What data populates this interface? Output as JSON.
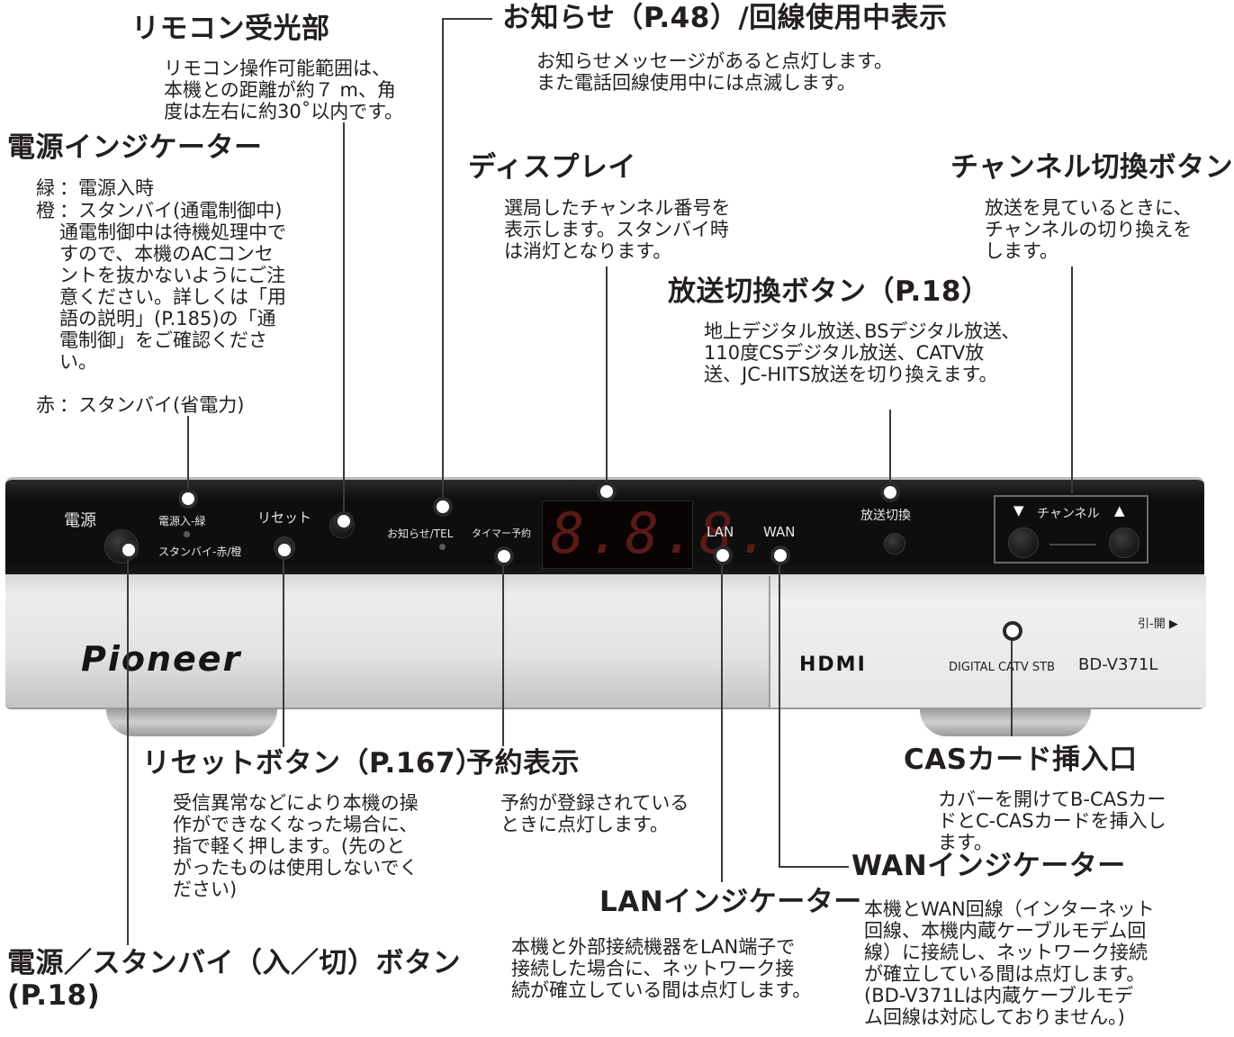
{
  "callouts": {
    "remote_sensor": {
      "title": "リモコン受光部",
      "desc": "リモコン操作可能範囲は、\n本機との距離が約７ m、角\n度は左右に約30˚以内です。"
    },
    "power_indicator": {
      "title": "電源インジケーター",
      "items": [
        {
          "key": "緑",
          "text": "：電源入時"
        },
        {
          "key": "橙",
          "text": "：スタンバイ(通電制御中)\n通電制御中は待機処理中で\nすので、本機のACコンセ\nントを抜かないようにご注\n意ください。詳しくは「用\n語の説明」(P.185)の「通\n電制御」をご確認くださ\nい。"
        },
        {
          "key": "赤",
          "text": "：スタンバイ(省電力)"
        }
      ]
    },
    "notice": {
      "title": "お知らせ（P.48）/回線使用中表示",
      "desc": "お知らせメッセージがあると点灯します。\nまた電話回線使用中には点滅します。"
    },
    "display": {
      "title": "ディスプレイ",
      "desc": "選局したチャンネル番号を\n表示します。スタンバイ時\nは消灯となります。"
    },
    "channel": {
      "title": "チャンネル切換ボタン",
      "desc": "放送を見ているときに、\nチャンネルの切り換えを\nします。"
    },
    "broadcast": {
      "title": "放送切換ボタン（P.18）",
      "desc": "地上デジタル放送､BSデジタル放送､\n110度CSデジタル放送、CATV放\n送、JC-HITS放送を切り換えます。"
    },
    "reset": {
      "title": "リセットボタン（P.167）",
      "desc": "受信異常などにより本機の操\n作ができなくなった場合に、\n指で軽く押します。(先のと\nがったものは使用しないでく\nださい)"
    },
    "reservation": {
      "title": "予約表示",
      "desc": "予約が登録されている\nときに点灯します。"
    },
    "cas": {
      "title": "CASカード挿入口",
      "desc": "カバーを開けてB-CASカー\nドとC-CASカードを挿入し\nます。"
    },
    "wan": {
      "title": "WANインジケーター",
      "desc": "本機とWAN回線（インターネット\n回線、本機内蔵ケーブルモデム回\n線）に接続し、ネットワーク接続\nが確立している間は点灯します。\n(BD-V371Lは内蔵ケーブルモデ\nム回線は対応しておりません。)"
    },
    "lan": {
      "title": "LANインジケーター",
      "desc": "本機と外部接続機器をLAN端子で\n接続した場合に、ネットワーク接\n続が確立している間は点灯します。"
    },
    "power_button": {
      "title": "電源／スタンバイ（入／切）ボタン\n(P.18)"
    }
  },
  "device": {
    "power_label": "電源",
    "power_on_label": "電源入-緑",
    "standby_label": "スタンバイ-赤/橙",
    "reset_label": "リセット",
    "notice_label": "お知らせ/TEL",
    "timer_label": "タイマー予約",
    "display_digits": "8.8.8.",
    "lan_label": "LAN",
    "wan_label": "WAN",
    "broadcast_label": "放送切換",
    "channel_label": "チャンネル",
    "channel_down": "▼",
    "channel_up": "▲",
    "brand": "Pioneer",
    "hdmi": "HDMI",
    "model": "DIGITAL CATV STB",
    "model_number": "BD-V371L",
    "open_label": "引-開 ▶"
  }
}
